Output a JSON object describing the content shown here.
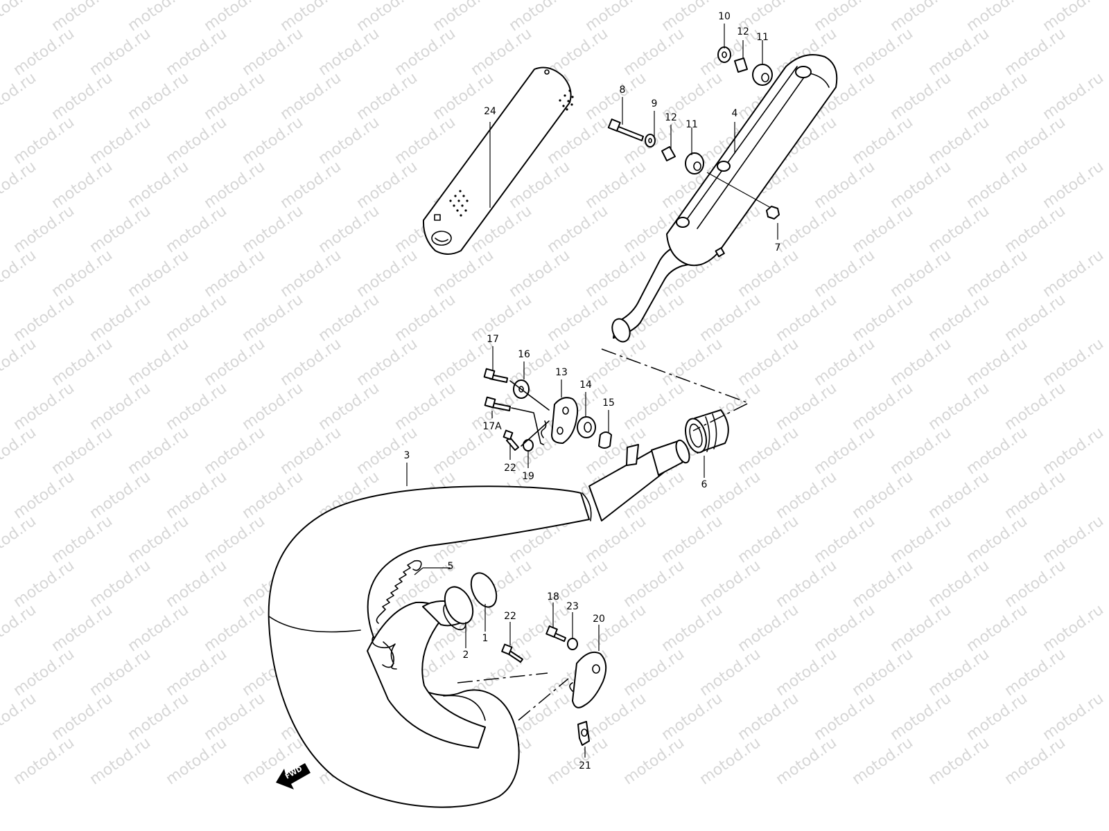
{
  "watermark": "motod.ru",
  "labels": {
    "l1": "1",
    "l2": "2",
    "l3": "3",
    "l4": "4",
    "l5": "5",
    "l6": "6",
    "l7": "7",
    "l8": "8",
    "l9": "9",
    "l10": "10",
    "l11a": "11",
    "l11b": "11",
    "l12a": "12",
    "l12b": "12",
    "l13": "13",
    "l14": "14",
    "l15": "15",
    "l16": "16",
    "l17": "17",
    "l17a": "17A",
    "l18": "18",
    "l19": "19",
    "l20": "20",
    "l21": "21",
    "l22a": "22",
    "l22b": "22",
    "l23": "23",
    "l24": "24"
  },
  "fwd": "FWD"
}
